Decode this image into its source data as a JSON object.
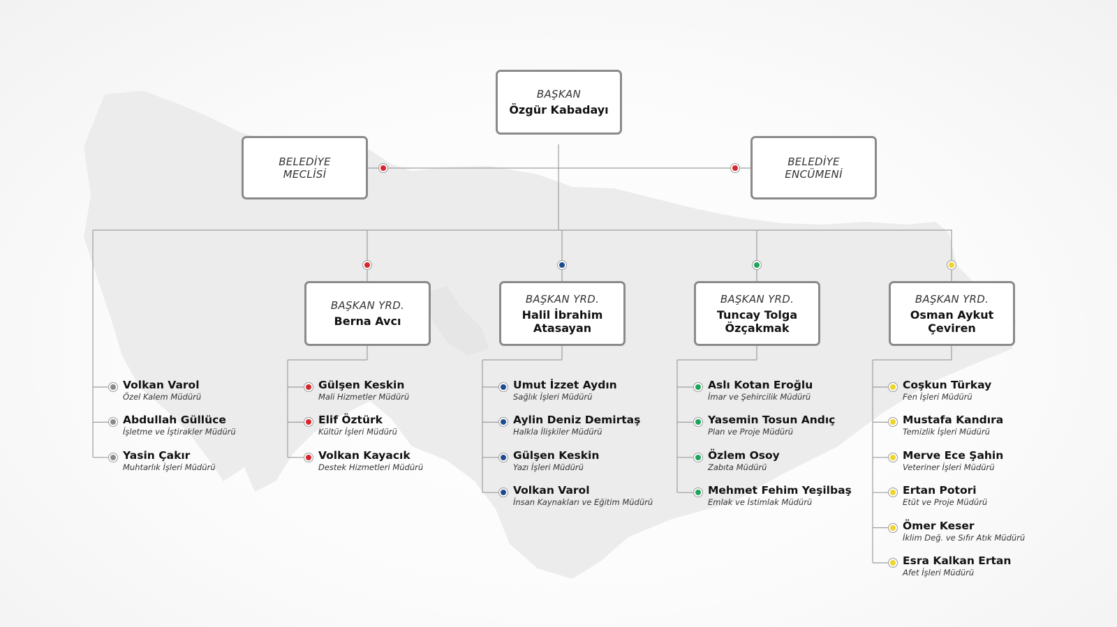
{
  "colors": {
    "red": "#d7262b",
    "blue": "#1f4b8e",
    "green": "#1aa55a",
    "yellow": "#efd42b",
    "gray": "#8a8a8a",
    "line": "#9e9e9e",
    "map": "#ececec"
  },
  "top": {
    "role": "BAŞKAN",
    "name": "Özgür Kabadayı"
  },
  "council": {
    "role": "BELEDİYE MECLİSİ"
  },
  "committee": {
    "role": "BELEDİYE ENCÜMENİ"
  },
  "direct": {
    "color_key": "gray",
    "entries": [
      {
        "name": "Volkan Varol",
        "title": "Özel Kalem Müdürü"
      },
      {
        "name": "Abdullah Güllüce",
        "title": "İşletme ve İştirakler Müdürü"
      },
      {
        "name": "Yasin Çakır",
        "title": "Muhtarlık İşleri Müdürü"
      }
    ]
  },
  "deputies": [
    {
      "color_key": "red",
      "role": "BAŞKAN YRD.",
      "name": "Berna Avcı",
      "entries": [
        {
          "name": "Gülşen Keskin",
          "title": "Mali Hizmetler Müdürü"
        },
        {
          "name": "Elif Öztürk",
          "title": "Kültür İşleri Müdürü"
        },
        {
          "name": "Volkan Kayacık",
          "title": "Destek Hizmetleri Müdürü"
        }
      ]
    },
    {
      "color_key": "blue",
      "role": "BAŞKAN YRD.",
      "name": "Halil İbrahim Atasayan",
      "entries": [
        {
          "name": "Umut İzzet Aydın",
          "title": "Sağlık İşleri Müdürü"
        },
        {
          "name": "Aylin Deniz Demirtaş",
          "title": "Halkla İlişkiler Müdürü"
        },
        {
          "name": "Gülşen Keskin",
          "title": "Yazı İşleri Müdürü"
        },
        {
          "name": "Volkan Varol",
          "title": "İnsan Kaynakları ve Eğitim Müdürü"
        }
      ]
    },
    {
      "color_key": "green",
      "role": "BAŞKAN YRD.",
      "name": "Tuncay Tolga Özçakmak",
      "entries": [
        {
          "name": "Aslı Kotan Eroğlu",
          "title": "İmar ve Şehircilik Müdürü"
        },
        {
          "name": "Yasemin Tosun Andıç",
          "title": "Plan ve Proje Müdürü"
        },
        {
          "name": "Özlem Osoy",
          "title": "Zabıta Müdürü"
        },
        {
          "name": "Mehmet Fehim Yeşilbaş",
          "title": "Emlak ve İstimlak Müdürü"
        }
      ]
    },
    {
      "color_key": "yellow",
      "role": "BAŞKAN YRD.",
      "name": "Osman Aykut Çeviren",
      "entries": [
        {
          "name": "Coşkun Türkay",
          "title": "Fen İşleri Müdürü"
        },
        {
          "name": "Mustafa Kandıra",
          "title": "Temizlik İşleri Müdürü"
        },
        {
          "name": "Merve Ece Şahin",
          "title": "Veteriner İşleri Müdürü"
        },
        {
          "name": "Ertan Potori",
          "title": "Etüt ve Proje Müdürü"
        },
        {
          "name": "Ömer Keser",
          "title": "İklim Değ. ve Sıfır Atık Müdürü"
        },
        {
          "name": "Esra Kalkan Ertan",
          "title": "Afet İşleri Müdürü"
        }
      ]
    }
  ]
}
